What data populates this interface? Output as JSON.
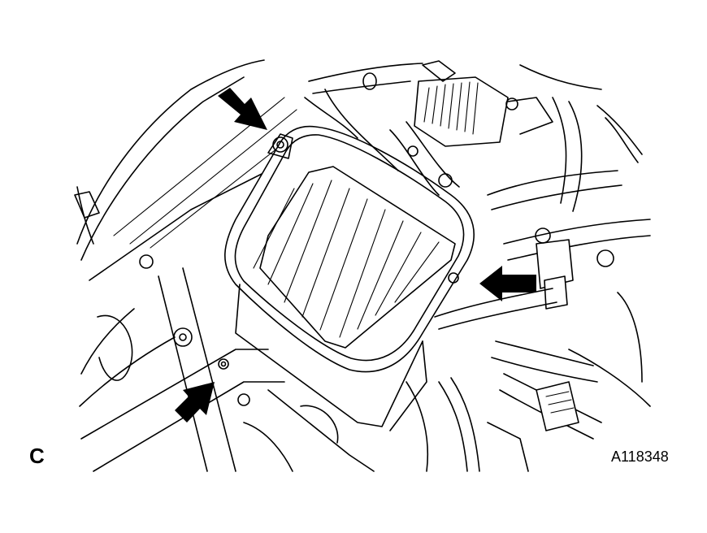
{
  "view_label": "C",
  "figure_id": "A118348",
  "callouts": [
    {
      "name": "arrow-upper-left",
      "points_to": "air-cleaner-case-upper-mount"
    },
    {
      "name": "arrow-right",
      "points_to": "air-cleaner-case-side-clamp"
    },
    {
      "name": "arrow-lower-left",
      "points_to": "air-cleaner-case-lower-bolt"
    }
  ],
  "colors": {
    "line": "#000000",
    "background": "#ffffff"
  }
}
